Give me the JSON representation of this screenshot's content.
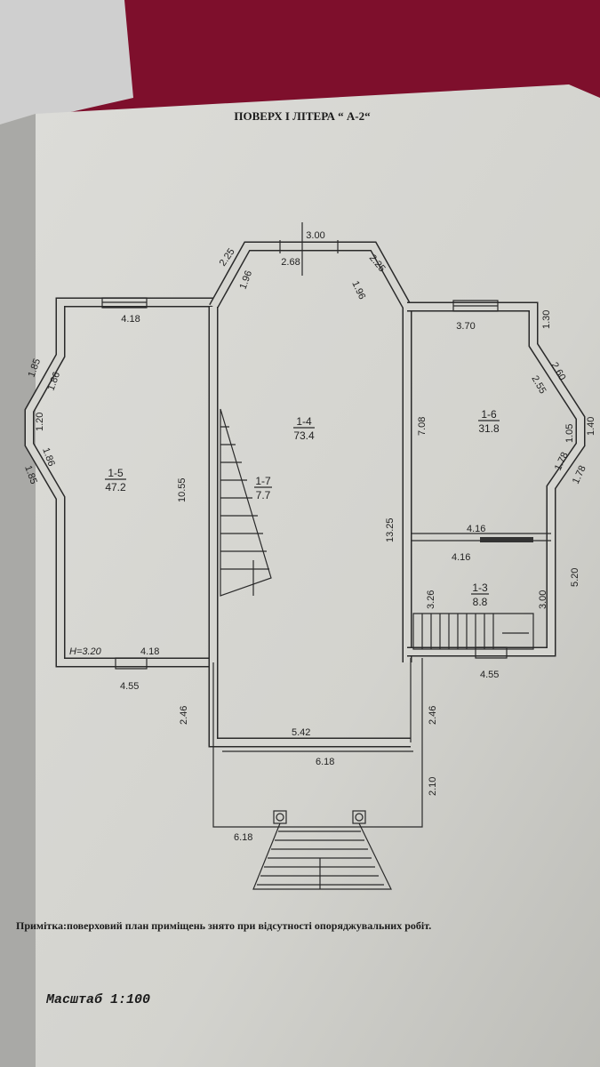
{
  "title": "ПОВЕРХ  І ЛІТЕРА “ А-2“",
  "rooms": [
    {
      "id": "1-4",
      "area": "73.4"
    },
    {
      "id": "1-5",
      "area": "47.2"
    },
    {
      "id": "1-6",
      "area": "31.8"
    },
    {
      "id": "1-7",
      "area": "7.7"
    },
    {
      "id": "1-3",
      "area": "8.8"
    }
  ],
  "height_mark": "H=3.20",
  "dimensions": {
    "top_outer": "3.00",
    "top_inner": "2.68",
    "diag_tl_outer": "2.25",
    "diag_tl_inner": "1.96",
    "diag_tr_outer": "2.25",
    "diag_tr_inner": "1.96",
    "left_top": "4.18",
    "left_bottom_inner": "4.18",
    "left_bottom_outer": "4.55",
    "left_d1_outer": "1.85",
    "left_d1_inner": "1.86",
    "left_side": "1.20",
    "left_d2_inner": "1.86",
    "left_d2_outer": "1.85",
    "left_height": "10.55",
    "right_top": "3.70",
    "right_side_top": "1.30",
    "right_d1_outer": "2.60",
    "right_d1_inner": "2.55",
    "right_side": "1.05",
    "right_side_outer": "1.40",
    "right_d2_inner": "1.78",
    "right_d2_outer": "1.78",
    "right_room_height": "7.08",
    "hall_height": "13.25",
    "corridor_top": "4.16",
    "corridor_bottom": "4.16",
    "small_room_height": "3.26",
    "small_room_height2": "3.00",
    "right_outer_height": "5.20",
    "right_bottom": "4.55",
    "porch_left": "2.46",
    "porch_right": "2.46",
    "hall_bottom": "5.42",
    "porch_top": "6.18",
    "porch_depth": "2.10",
    "porch_bottom": "6.18"
  },
  "note": "Примітка:поверховий план приміщень знято при відсутності опоряджувальних робіт.",
  "scale": "Масштаб 1:100"
}
